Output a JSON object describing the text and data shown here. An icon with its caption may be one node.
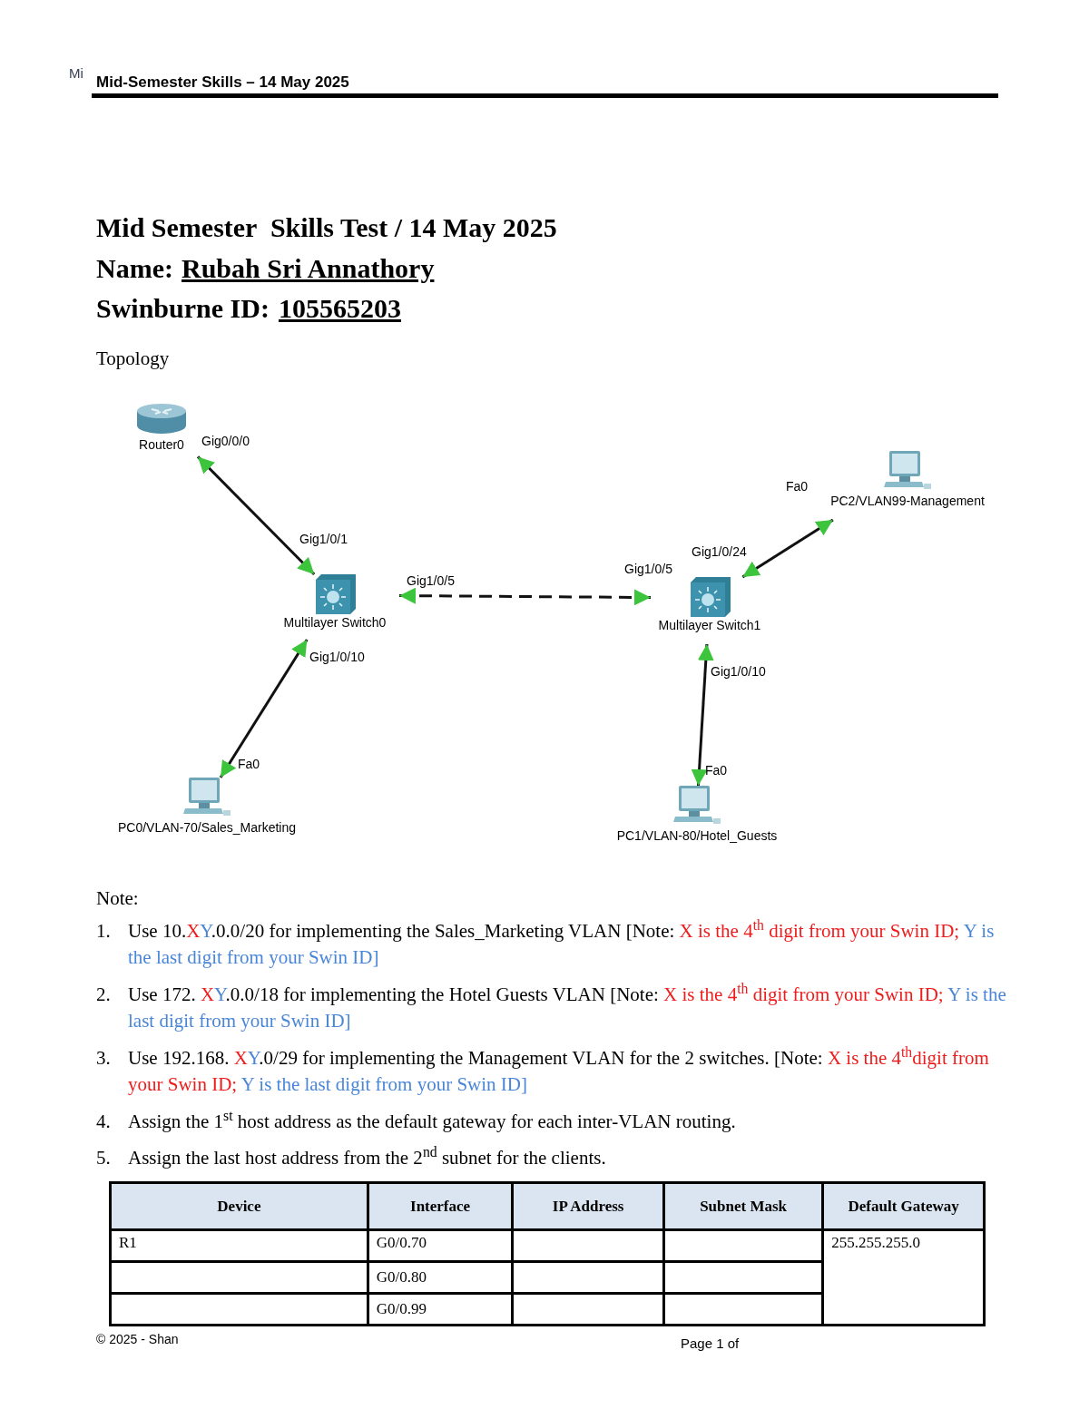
{
  "diagram": {
    "title": "Mid Semester  Skills Test / 14 May 2025",
    "nodes": [
      {
        "text": [
          "Router0"
        ],
        "beside": [
          "Gig0/0/0"
        ]
      },
      {
        "text": [
          "PC2/VLAN99-Management"
        ],
        "beside": [
          "Fa0"
        ]
      },
      {
        "text": [
          "Multilayer Switch0"
        ],
        "beside": [
          "Gig1/0/1",
          "Gig1/0/5",
          "Gig1/0/10"
        ]
      },
      {
        "text": [
          "Multilayer Switch1"
        ],
        "beside": [
          "Gig1/0/5",
          "Gig1/0/24",
          "Gig1/0/10"
        ]
      },
      {
        "text": [
          "PC0/VLAN-70/Sales_Marketing"
        ],
        "beside": [
          "Fa0"
        ]
      },
      {
        "text": [
          "PC1/VLAN-80/Hotel_Guests"
        ],
        "beside": [
          "Fa0"
        ]
      }
    ],
    "edges": [
      {
        "from": 0,
        "to": 2,
        "arrow": "both"
      },
      {
        "from": 2,
        "to": 3,
        "arrow": "both",
        "style": "dashed"
      },
      {
        "from": 3,
        "to": 1,
        "arrow": "both"
      },
      {
        "from": 2,
        "to": 4,
        "arrow": "both"
      },
      {
        "from": 3,
        "to": 5,
        "arrow": "both"
      }
    ],
    "labels": [
      "Mi",
      "Mid-Semester Skills – 14 May 2025",
      "Name:",
      "Rubah Sri Annathory",
      "Swinburne ID:",
      "105565203",
      "Topology",
      "Note:",
      "1.",
      "Use 10.",
      "X",
      "Y",
      ".0.0/20 for implementing the Sales_Marketing VLAN [Note:",
      "X is the 4$^{th}$ digit from your Swin ID;",
      "Y is the last digit from your Swin ID]",
      "2.",
      "Use 172.",
      "X",
      "Y",
      ".0.0/18 for implementing the Hotel Guests VLAN [Note:",
      "X is the 4$^{th}$ digit from your Swin ID;",
      "Y is the last digit from your Swin ID]",
      "3.",
      "Use 192.168.",
      "X",
      "Y",
      ".0/29 for implementing the Management VLAN for the 2 switches. [Note:",
      "X is the 4$^{th}$digit from your Swin ID;",
      "Y is the last digit from your Swin ID]",
      "4.",
      "Assign the 1$^{st}$ host address as the default gateway for each inter-VLAN routing.",
      "5.",
      "Assign the last host address from the 2$^{nd}$ subnet for the clients.",
      "Device",
      "Interface",
      "IP Address",
      "Subnet Mask",
      "Default Gateway",
      "R1",
      "G0/0.70",
      "255.255.255.0",
      "G0/0.80",
      "G0/0.99",
      "© 2025 - Shan",
      "Page 1 of"
    ]
  }
}
